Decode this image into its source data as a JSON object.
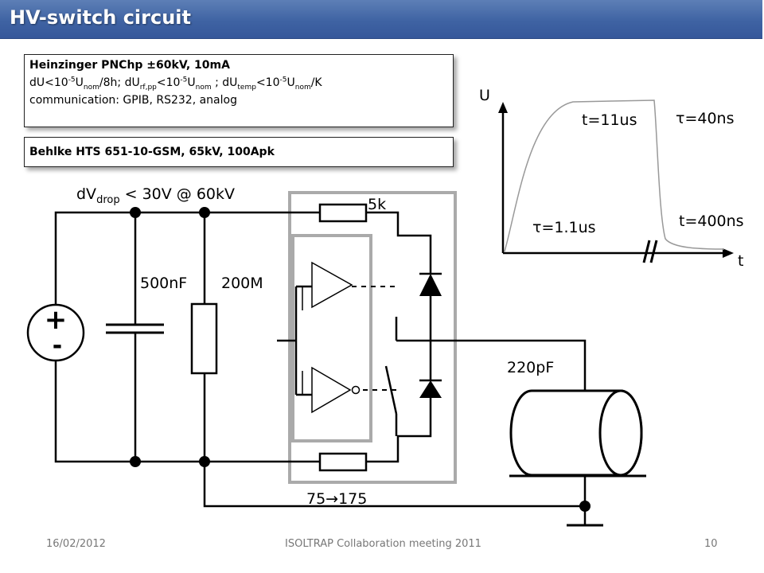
{
  "slide": {
    "title": "HV-switch circuit",
    "box1": {
      "line1": "Heinzinger PNChp ±60kV, 10mA",
      "line2": {
        "p1": "dU<10",
        "e1": "-5",
        "p2": "U",
        "s1": "nom",
        "p3": "/8h; dU",
        "s2": "rf,pp",
        "p4": "<10",
        "e2": "-5",
        "p5": "U",
        "s3": "nom",
        "p6": " ; dU",
        "s4": "temp",
        "p7": "<10",
        "e3": "-5",
        "p8": "U",
        "s5": "nom",
        "p9": "/K"
      },
      "line3": "communication: GPIB, RS232, analog"
    },
    "box2": {
      "line1": "Behlke HTS 651-10-GSM, 65kV, 100Apk"
    },
    "footer": {
      "date": "16/02/2012",
      "meeting": "ISOLTRAP Collaboration meeting 2011",
      "page": "10"
    }
  },
  "diagram": {
    "dv_drop": {
      "base": "dV",
      "sub": "drop",
      "rest": " < 30V @ 60kV"
    },
    "cap_label": "500nF",
    "res_label": "200M",
    "resistor_top": "5k",
    "resistor_bottom": "75→175",
    "load_cap": "220pF",
    "source_plus": "+",
    "source_minus": "-"
  },
  "pulse_plot": {
    "y_axis": "U",
    "x_axis": "t",
    "rise_duration": "t=11us",
    "rise_tau": "τ=1.1us",
    "fall_tau": "τ=40ns",
    "fall_duration": "t=400ns"
  },
  "colors": {
    "title_bar": "#3f63a3",
    "switch_box": "#aaaaaa",
    "curve": "#999999"
  }
}
